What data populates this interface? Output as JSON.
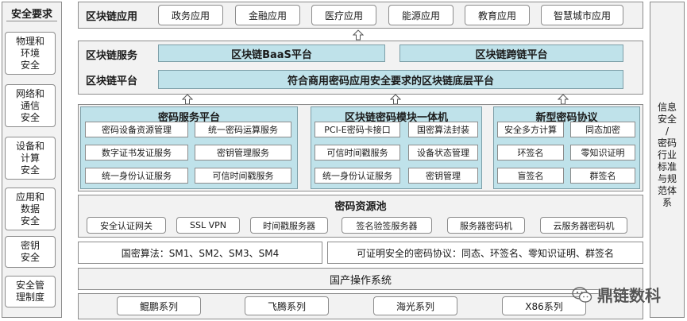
{
  "left": {
    "title": "安全要求",
    "items": [
      "物理和\n环境\n安全",
      "网络和\n通信\n安全",
      "设备和\n计算\n安全",
      "应用和\n数据\n安全",
      "密钥\n安全",
      "安全管\n理制度"
    ]
  },
  "right": {
    "title": "信息\n安全\n/\n密码\n行业\n标准\n与规\n范体\n系"
  },
  "apps": {
    "label": "区块链应用",
    "items": [
      "政务应用",
      "金融应用",
      "医疗应用",
      "能源应用",
      "教育应用",
      "智慧城市应用"
    ]
  },
  "services": {
    "label": "区块链服务",
    "baas": "区块链BaaS平台",
    "cross": "区块链跨链平台"
  },
  "platform": {
    "label": "区块链平台",
    "bar": "符合商用密码应用安全要求的区块链底层平台"
  },
  "crypto_service": {
    "title": "密码服务平台",
    "items": [
      "密码设备资源管理",
      "统一密码运算服务",
      "数字证书发证服务",
      "密钥管理服务",
      "统一身份认证服务",
      "可信时间戳服务"
    ]
  },
  "crypto_module": {
    "title": "区块链密码模块一体机",
    "items": [
      "PCI-E密码卡接口",
      "国密算法封装",
      "可信时间戳服务",
      "设备状态管理",
      "统一身份认证服务",
      "密钥管理"
    ]
  },
  "new_protocol": {
    "title": "新型密码协议",
    "items": [
      "安全多方计算",
      "同态加密",
      "环签名",
      "零知识证明",
      "盲签名",
      "群签名"
    ]
  },
  "pool": {
    "title": "密码资源池",
    "items": [
      "安全认证网关",
      "SSL VPN",
      "时间戳服务器",
      "签名验签服务器",
      "服务器密码机",
      "云服务器密码机"
    ]
  },
  "algo": {
    "left": "国密算法：SM1、SM2、SM3、SM4",
    "right": "可证明安全的密码协议：同态、环签名、零知识证明、群签名"
  },
  "os": {
    "label": "国产操作系统"
  },
  "hardware": {
    "items": [
      "鲲鹏系列",
      "飞腾系列",
      "海光系列",
      "X86系列"
    ]
  },
  "watermark": {
    "text": "鼎链数科"
  },
  "colors": {
    "teal": "#bfe2ea",
    "panel": "#f2f2f2",
    "border": "#8c8c8c"
  }
}
